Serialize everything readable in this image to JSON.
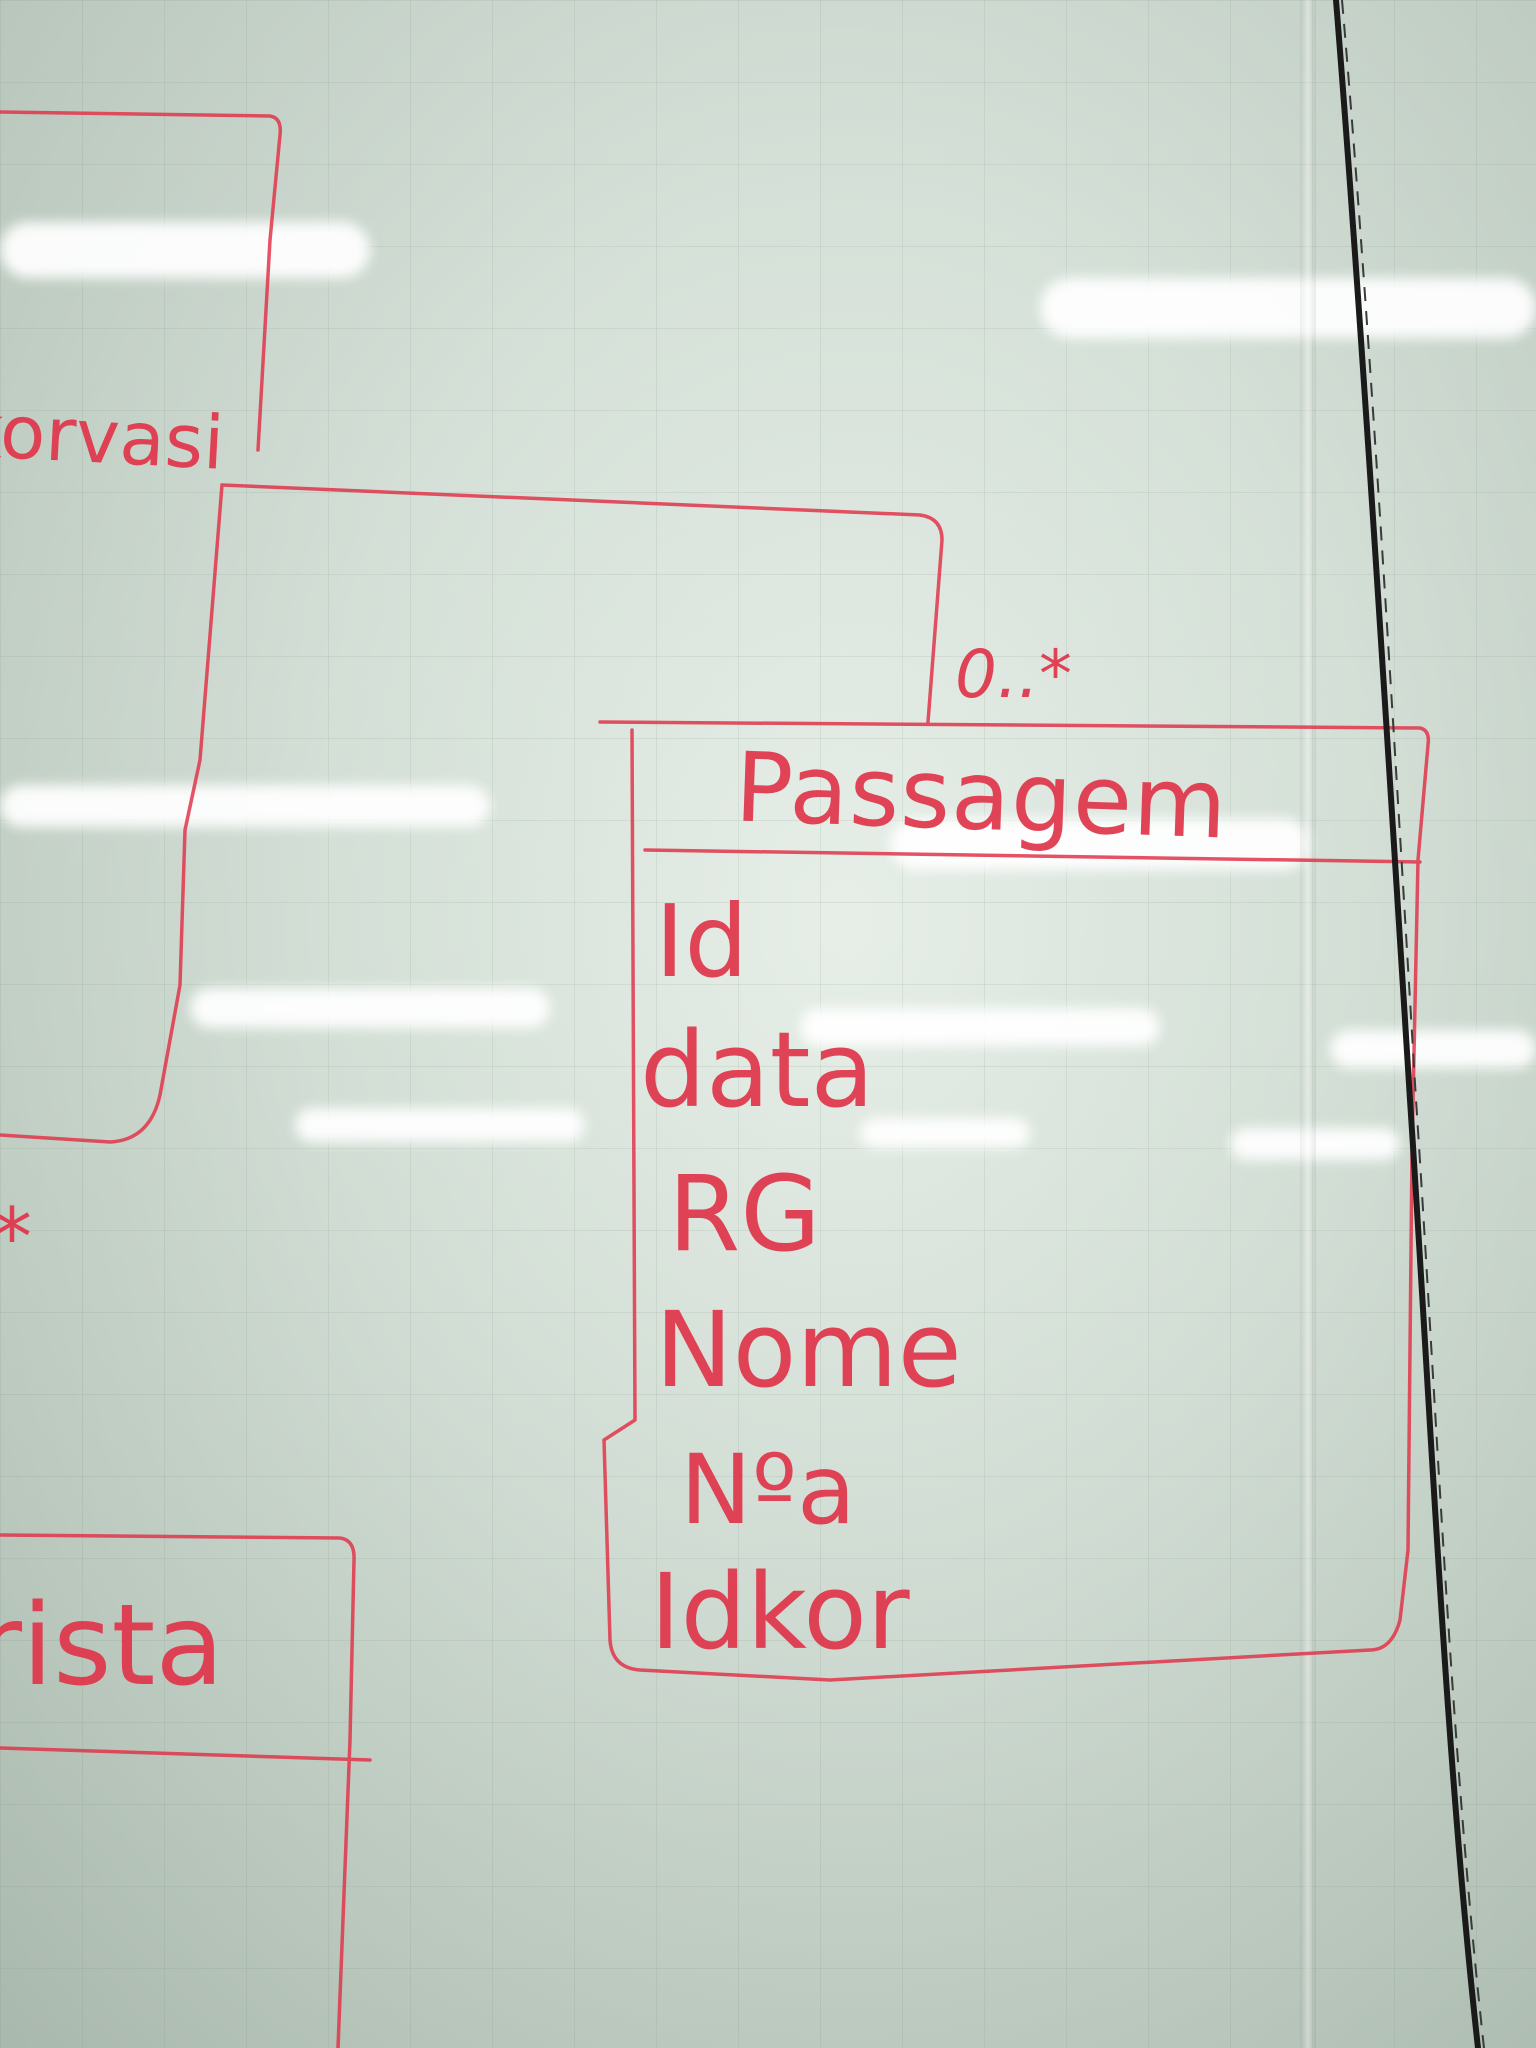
{
  "diagram": {
    "left_fragment_upper": "korvasi",
    "multiplicity": "0..*",
    "left_star": "*",
    "class_passagem": {
      "name": "Passagem",
      "attributes": [
        "Id",
        "data",
        "RG",
        "Nome",
        "Nºa",
        "Idkor"
      ]
    },
    "left_fragment_lower": "rista"
  },
  "colors": {
    "marker": "#e0354a",
    "board": "#d6e1d8",
    "cable": "#1a1a1a"
  }
}
